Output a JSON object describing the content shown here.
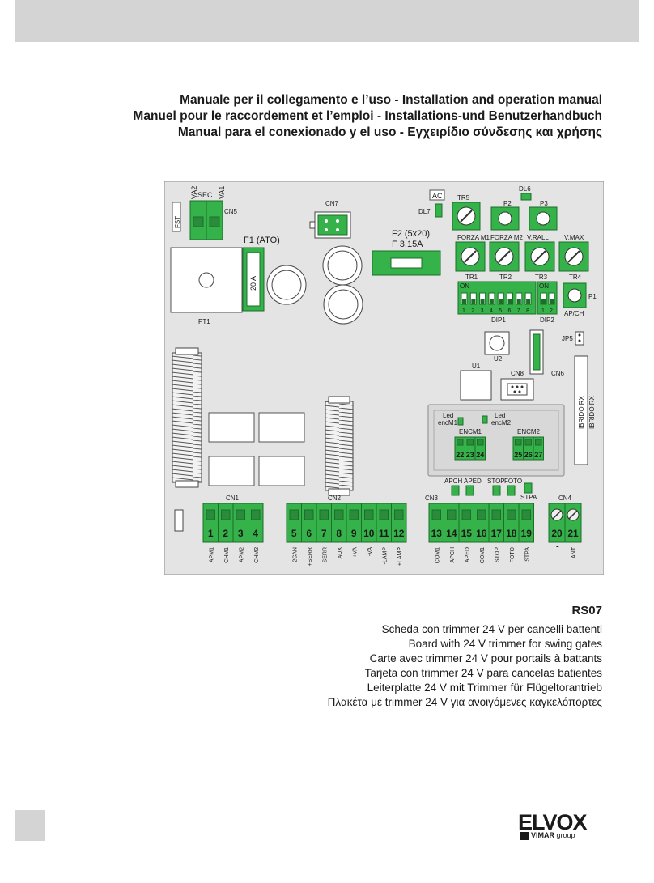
{
  "titles": [
    "Manuale per il collegamento e l’uso - Installation and operation manual",
    "Manuel pour le raccordement et l’emploi - Installations-und Benutzerhandbuch",
    "Manual para el conexionado y el uso - Εγχειρίδιο σύνδεσης και χρήσης"
  ],
  "board": {
    "labels": {
      "fst": "FST",
      "va2": "VA2",
      "sec": "SEC",
      "va1": "VA1",
      "cn5": "CN5",
      "cn7": "CN7",
      "f1": "F1 (ATO)",
      "f1_value": "20 A",
      "f2": "F2 (5x20)",
      "f2_value": "F 3.15A",
      "ac": "AC",
      "dl7": "DL7",
      "tr5": "TR5",
      "dl6": "DL6",
      "p2": "P2",
      "p3": "P3",
      "forza_m1": "FORZA M1",
      "forza_m2": "FORZA M2",
      "v_rall": "V.RALL",
      "v_max": "V.MAX",
      "tr1": "TR1",
      "tr2": "TR2",
      "tr3": "TR3",
      "tr4": "TR4",
      "on1": "ON",
      "on2": "ON",
      "dip1": "DIP1",
      "dip2": "DIP2",
      "p1": "P1",
      "apch": "AP/CH",
      "jp5": "JP5",
      "u2": "U2",
      "u1": "U1",
      "cn8": "CN8",
      "cn6": "CN6",
      "pt1": "PT1",
      "ibrido1": "IBRIDO RX",
      "ibrido2": "IBRIDO RX",
      "led_encm1": "Led",
      "encm1_sub": "encM1",
      "led_encm2": "Led",
      "encm2_sub": "encM2",
      "encm1": "ENCM1",
      "encm2": "ENCM2",
      "apch_led": "APCH",
      "aped_led": "APED",
      "stop_led": "STOP",
      "foto_led": "FOTO",
      "stpa_led": "STPA",
      "cn1": "CN1",
      "cn2": "CN2",
      "cn3": "CN3",
      "cn4": "CN4",
      "minus": "-"
    },
    "dip1_numbers": [
      "1",
      "2",
      "3",
      "4",
      "5",
      "6",
      "7",
      "8"
    ],
    "dip2_numbers": [
      "1",
      "2"
    ],
    "enc1_terminals": [
      "22",
      "23",
      "24"
    ],
    "enc2_terminals": [
      "25",
      "26",
      "27"
    ],
    "cn1": {
      "numbers": [
        "1",
        "2",
        "3",
        "4"
      ],
      "signals": [
        "APM1",
        "CHM1",
        "APM2",
        "CHM2"
      ]
    },
    "cn2": {
      "numbers": [
        "5",
        "6",
        "7",
        "8",
        "9",
        "10",
        "11",
        "12"
      ],
      "signals": [
        "2CAN",
        "+SERR",
        "-SERR",
        "AUX",
        "+VA",
        "-VA",
        "-LAMP",
        "+LAMP"
      ]
    },
    "cn3": {
      "numbers": [
        "13",
        "14",
        "15",
        "16",
        "17",
        "18",
        "19"
      ],
      "signals": [
        "COM1",
        "APCH",
        "APED",
        "COM1",
        "STOP",
        "FOTO",
        "STPA"
      ]
    },
    "cn4": {
      "numbers": [
        "20",
        "21"
      ],
      "signals": [
        "ANT"
      ]
    }
  },
  "description": {
    "model": "RS07",
    "lines": [
      "Scheda con trimmer 24 V per cancelli battenti",
      "Board with 24 V trimmer for swing gates",
      "Carte avec trimmer 24 V pour portails à battants",
      "Tarjeta con trimmer 24 V para cancelas batientes",
      "Leiterplatte 24 V mit Trimmer für Flügeltorantrieb",
      "Πλακέτα με trimmer 24 V για ανοιγόμενες καγκελόπορτες"
    ]
  },
  "logo": {
    "brand": "ELVOX",
    "sub_brand": "VIMAR",
    "sub_word": "group"
  },
  "colors": {
    "pcb": "#e4e4e4",
    "terminal_green": "#35b34a",
    "header_gray": "#d4d4d4"
  }
}
